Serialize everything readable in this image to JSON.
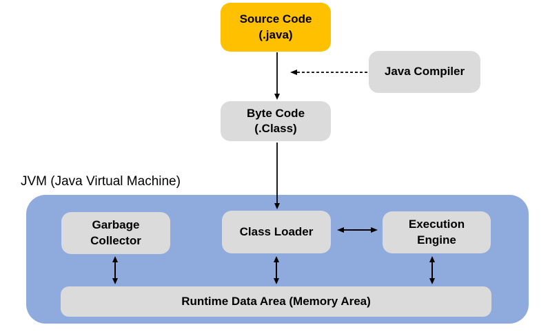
{
  "jvm_diagram": {
    "container_label": "JVM (Java Virtual Machine)",
    "nodes": {
      "source_code": {
        "line1": "Source Code",
        "line2": "(.java)"
      },
      "java_compiler": {
        "label": "Java Compiler"
      },
      "byte_code": {
        "line1": "Byte Code",
        "line2": "(.Class)"
      },
      "garbage_collector": {
        "line1": "Garbage",
        "line2": "Collector"
      },
      "class_loader": {
        "label": "Class Loader"
      },
      "execution_engine": {
        "line1": "Execution",
        "line2": "Engine"
      },
      "runtime_data_area": {
        "label": "Runtime Data Area (Memory Area)"
      }
    },
    "arrows": [
      {
        "name": "source-to-bytecode",
        "style": "solid",
        "direction": "down"
      },
      {
        "name": "compiler-to-flow",
        "style": "dashed",
        "direction": "left"
      },
      {
        "name": "bytecode-to-classloader",
        "style": "solid",
        "direction": "down"
      },
      {
        "name": "classloader-executionengine",
        "style": "solid",
        "direction": "both-horizontal"
      },
      {
        "name": "garbagecollector-runtime",
        "style": "solid",
        "direction": "both-vertical"
      },
      {
        "name": "classloader-runtime",
        "style": "solid",
        "direction": "both-vertical"
      },
      {
        "name": "executionengine-runtime",
        "style": "solid",
        "direction": "both-vertical"
      }
    ],
    "colors": {
      "source_code_fill": "#FFC000",
      "gray_node_fill": "#DBDBDB",
      "jvm_container_fill": "#8FAADC",
      "arrow_color": "#000000",
      "text_color": "#000000",
      "background": "#FFFFFF"
    }
  }
}
